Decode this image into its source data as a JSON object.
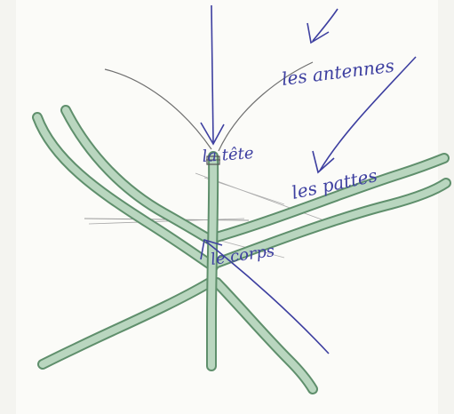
{
  "labels": {
    "antennae": "les antennes",
    "head": "la tête",
    "legs": "les pattes",
    "body": "le corps"
  },
  "colors": {
    "paper": "#fbfbf8",
    "ink": "#3d3fa0",
    "pencil": "#6f6f6f",
    "leg_fill": "#b9d6bf",
    "leg_edge": "#5f8f6c"
  }
}
